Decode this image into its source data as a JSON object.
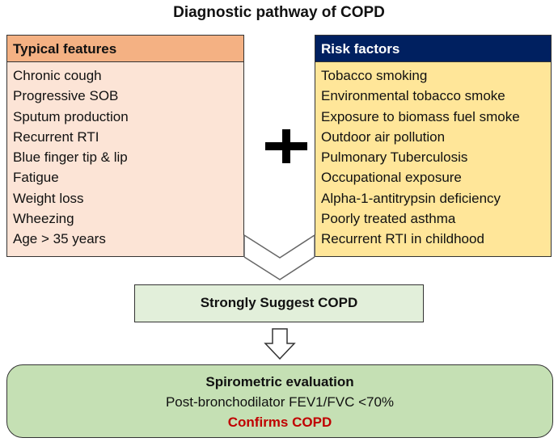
{
  "title": "Diagnostic pathway of COPD",
  "typical": {
    "header": "Typical features",
    "items": [
      "Chronic cough",
      "Progressive SOB",
      "Sputum production",
      "Recurrent RTI",
      "Blue finger tip & lip",
      "Fatigue",
      "Weight loss",
      "Wheezing",
      "Age > 35 years"
    ]
  },
  "risk": {
    "header": "Risk factors",
    "items": [
      "Tobacco smoking",
      "Environmental tobacco smoke",
      "Exposure to biomass fuel smoke",
      "Outdoor air pollution",
      "Pulmonary Tuberculosis",
      "Occupational exposure",
      "Alpha-1-antitrypsin deficiency",
      "Poorly treated asthma",
      "Recurrent RTI in childhood"
    ]
  },
  "suggest": {
    "label": "Strongly Suggest COPD"
  },
  "spirometry": {
    "title": "Spirometric evaluation",
    "criterion": "Post-bronchodilator FEV1/FVC <70%",
    "conclusion": "Confirms COPD"
  },
  "colors": {
    "typical_header": "#f4b183",
    "typical_body": "#fce4d6",
    "risk_header": "#002060",
    "risk_body": "#ffe699",
    "suggest_fill": "#e2efda",
    "spiro_fill": "#c5e0b4",
    "confirm_text": "#c00000"
  },
  "icons": {
    "plus": "plus-icon",
    "merge": "chevron-down-icon",
    "arrow": "arrow-down-icon"
  }
}
